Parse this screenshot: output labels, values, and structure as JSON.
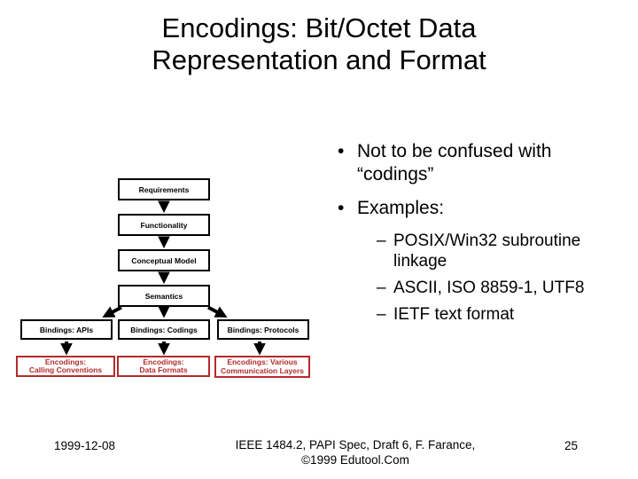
{
  "slide": {
    "title": {
      "line1": "Encodings: Bit/Octet Data",
      "line2": "Representation and Format"
    },
    "bullets": {
      "bullet_char": "•",
      "dash_char": "–",
      "item1": "Not to be confused with “codings”",
      "item2": "Examples:",
      "sub1": "POSIX/Win32 subroutine linkage",
      "sub2": "ASCII, ISO 8859-1, UTF8",
      "sub3": "IETF text format"
    },
    "diagram": {
      "flow1": "Requirements",
      "flow2": "Functionality",
      "flow3": "Conceptual Model",
      "flow4": "Semantics",
      "binding1": "Bindings: APIs",
      "binding2": "Bindings: Codings",
      "binding3": "Bindings: Protocols",
      "encoding1_line1": "Encodings:",
      "encoding1_line2": "Calling Conventions",
      "encoding2_line1": "Encodings:",
      "encoding2_line2": "Data Formats",
      "encoding3_line1": "Encodings: Various",
      "encoding3_line2": "Communication Layers",
      "colors": {
        "flow_border": "#000000",
        "encoding_red": "#b52a2a"
      }
    },
    "footer": {
      "date": "1999-12-08",
      "center_line1": "IEEE 1484.2, PAPI Spec, Draft 6, F. Farance,",
      "center_line2": "©1999 Edutool.Com",
      "page_number": "25"
    }
  }
}
